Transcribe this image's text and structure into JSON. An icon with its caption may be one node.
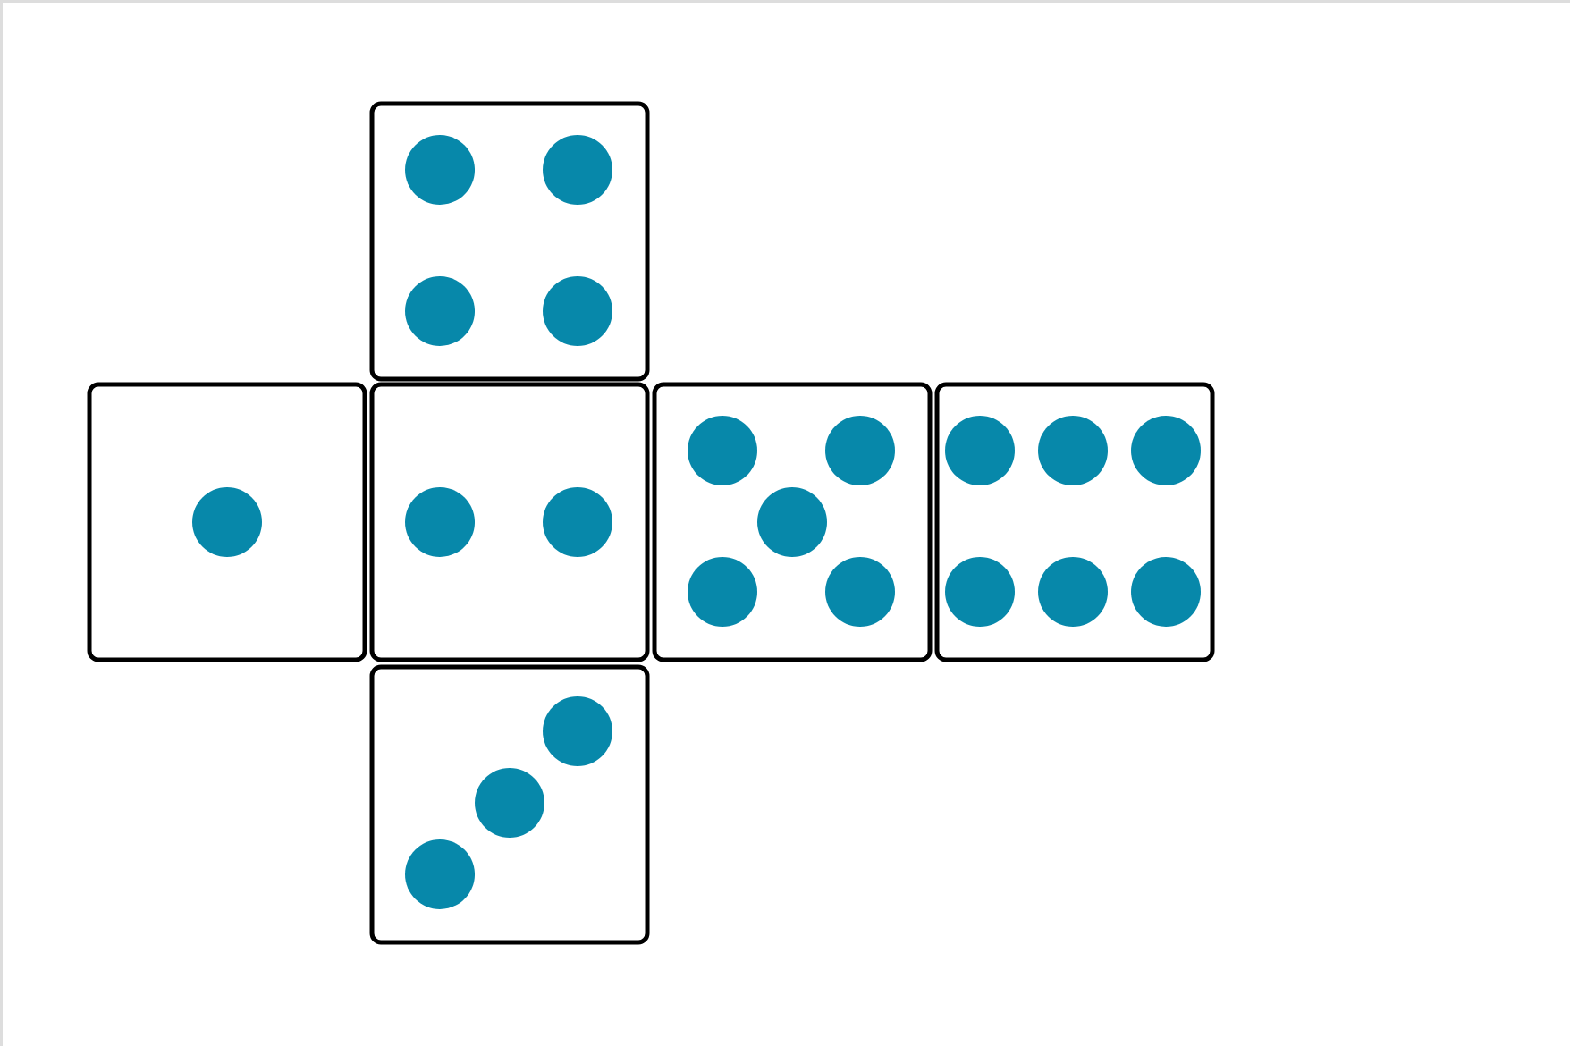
{
  "diagram": {
    "nodes": [
      {
        "text": [],
        "shape": "box"
      },
      {
        "text": [],
        "shape": "circle",
        "in": 0
      },
      {
        "text": [],
        "shape": "circle",
        "in": 0
      },
      {
        "text": [],
        "shape": "circle",
        "in": 0
      },
      {
        "text": [],
        "shape": "circle",
        "in": 0
      },
      {
        "text": [],
        "shape": "box"
      },
      {
        "text": [],
        "shape": "circle",
        "in": 5
      },
      {
        "text": [],
        "shape": "box"
      },
      {
        "text": [],
        "shape": "circle",
        "in": 7
      },
      {
        "text": [],
        "shape": "circle",
        "in": 7
      },
      {
        "text": [],
        "shape": "box"
      },
      {
        "text": [],
        "shape": "circle",
        "in": 10
      },
      {
        "text": [],
        "shape": "circle",
        "in": 10
      },
      {
        "text": [],
        "shape": "circle",
        "in": 10
      },
      {
        "text": [],
        "shape": "circle",
        "in": 10
      },
      {
        "text": [],
        "shape": "circle",
        "in": 10
      },
      {
        "text": [],
        "shape": "box"
      },
      {
        "text": [],
        "shape": "circle",
        "in": 16
      },
      {
        "text": [],
        "shape": "circle",
        "in": 16
      },
      {
        "text": [],
        "shape": "circle",
        "in": 16
      },
      {
        "text": [],
        "shape": "circle",
        "in": 16
      },
      {
        "text": [],
        "shape": "circle",
        "in": 16
      },
      {
        "text": [],
        "shape": "circle",
        "in": 16
      },
      {
        "text": [],
        "shape": "box"
      },
      {
        "text": [],
        "shape": "circle",
        "in": 23
      },
      {
        "text": [],
        "shape": "circle",
        "in": 23
      },
      {
        "text": [],
        "shape": "circle",
        "in": 23
      }
    ]
  }
}
